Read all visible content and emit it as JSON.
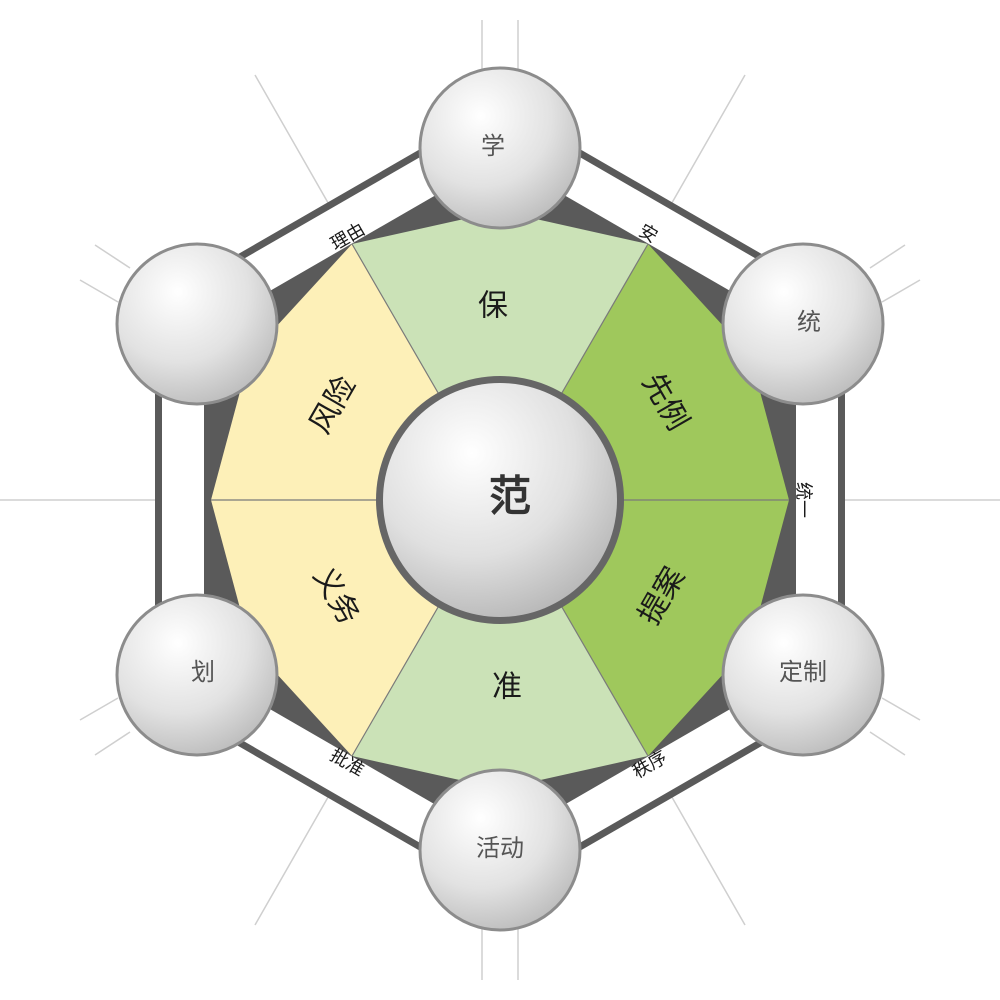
{
  "center": {
    "label": "范"
  },
  "segments": [
    {
      "id": "top",
      "label": "保",
      "color": "#cbe2b7"
    },
    {
      "id": "upper-right",
      "label": "先例",
      "color": "#9fc85c"
    },
    {
      "id": "lower-right",
      "label": "提案",
      "color": "#9fc85c"
    },
    {
      "id": "bottom",
      "label": "准",
      "color": "#cbe2b7"
    },
    {
      "id": "lower-left",
      "label": "义务",
      "color": "#fdf0b8"
    },
    {
      "id": "upper-left",
      "label": "风险",
      "color": "#fdf0b8"
    }
  ],
  "nodes": [
    {
      "id": "top",
      "label": "学"
    },
    {
      "id": "upper-right",
      "label": "统"
    },
    {
      "id": "lower-right",
      "label": "定制"
    },
    {
      "id": "bottom",
      "label": "活动"
    },
    {
      "id": "lower-left",
      "label": "划"
    },
    {
      "id": "upper-left",
      "label": ""
    }
  ],
  "edges": [
    {
      "id": "top-upper-right",
      "label": "安"
    },
    {
      "id": "right",
      "label": "统一"
    },
    {
      "id": "lower-right-bottom",
      "label": "秩序"
    },
    {
      "id": "bottom-lower-left",
      "label": "批准"
    },
    {
      "id": "left",
      "label": ""
    },
    {
      "id": "upper-left-top",
      "label": "理由"
    }
  ],
  "colors": {
    "frame": "#5a5a5a",
    "sphere_light": "#ffffff",
    "sphere_dark": "#b9b9b9",
    "sphere_outline": "#8c8c8c",
    "ray": "#cfcfcf",
    "divider": "#7a7a7a"
  }
}
